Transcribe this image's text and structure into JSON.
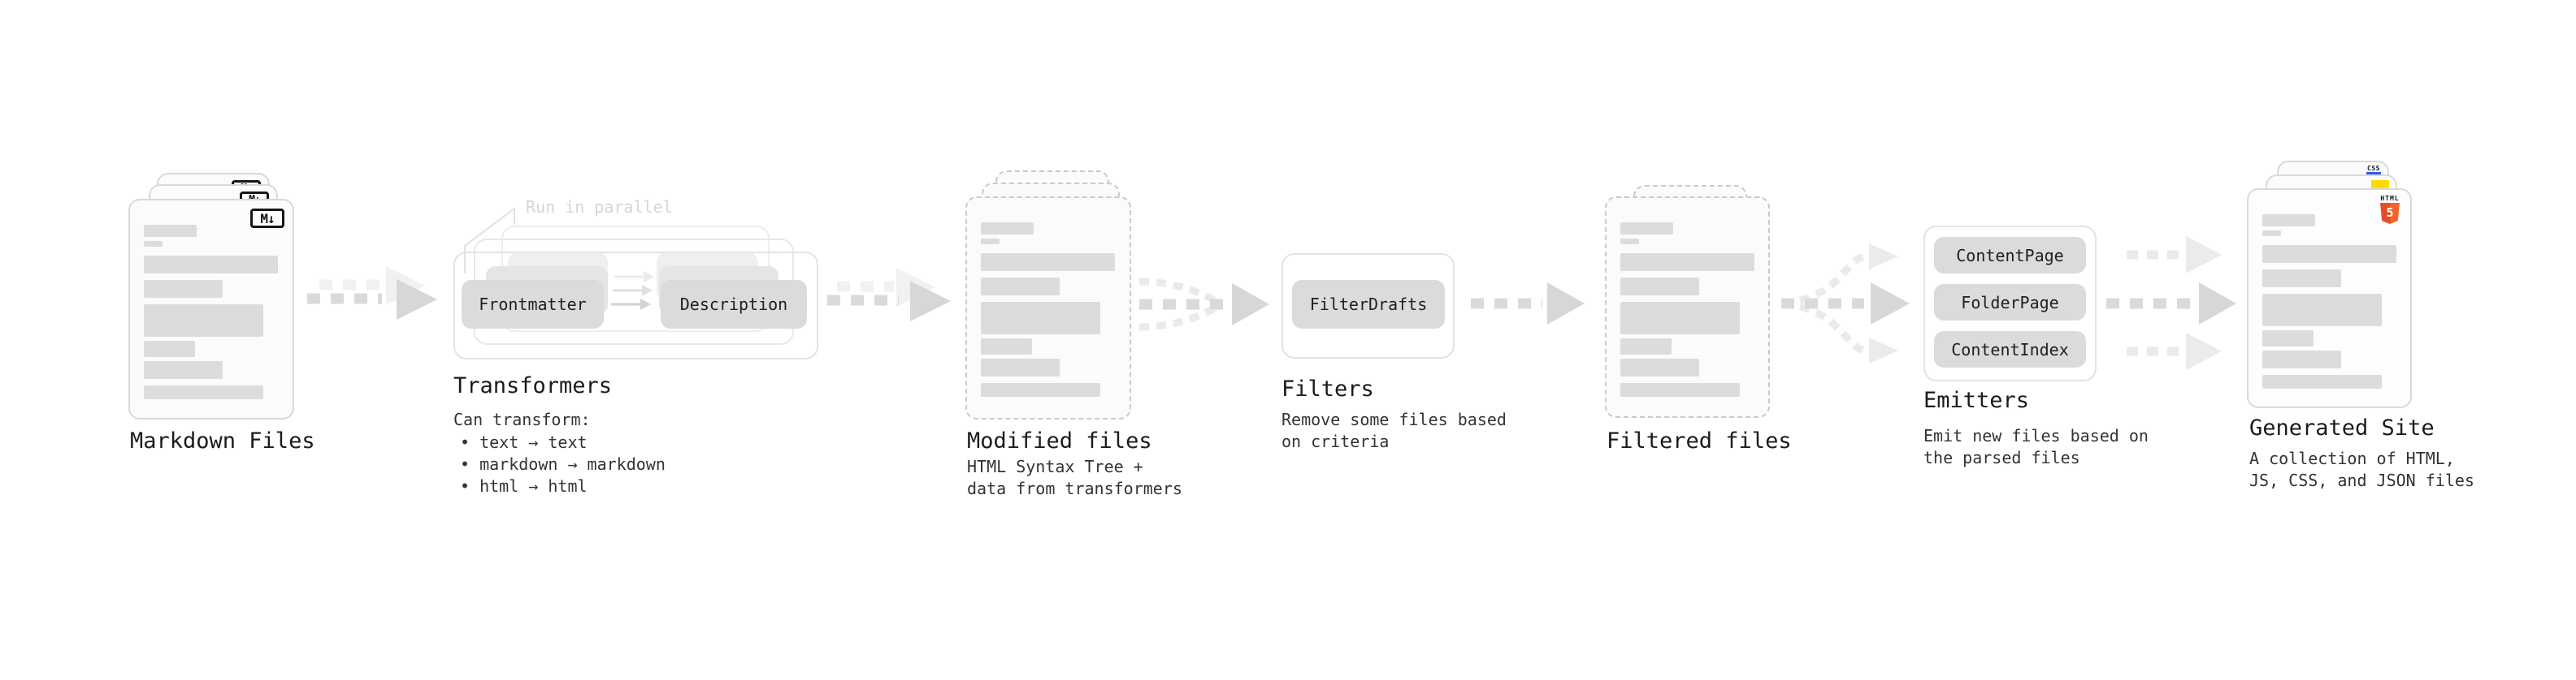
{
  "stage_markdown": {
    "label": "Markdown Files",
    "badge": "M↓"
  },
  "stage_transformers": {
    "title": "Transformers",
    "parallel_label": "Run in parallel",
    "box_left": "Frontmatter",
    "box_right": "Description",
    "note": "Can transform:",
    "bullets": [
      "• text → text",
      "• markdown → markdown",
      "• html → html"
    ]
  },
  "stage_modified": {
    "label": "Modified files",
    "desc_line1": "HTML Syntax Tree +",
    "desc_line2": "data from transformers"
  },
  "stage_filters": {
    "title": "Filters",
    "box": "FilterDrafts",
    "desc_line1": "Remove some files based",
    "desc_line2": "on criteria"
  },
  "stage_filtered": {
    "label": "Filtered files"
  },
  "stage_emitters": {
    "title": "Emitters",
    "boxes": [
      "ContentPage",
      "FolderPage",
      "ContentIndex"
    ],
    "desc_line1": "Emit new files based on",
    "desc_line2": "the parsed files"
  },
  "stage_generated": {
    "label": "Generated Site",
    "desc_line1": "A collection of HTML,",
    "desc_line2": "JS, CSS, and JSON files",
    "badge_html_text": "HTML",
    "badge_html_number": "5",
    "badge_css_text": "CSS"
  },
  "colors": {
    "html5_orange": "#e44d26",
    "html5_orange_light": "#f16529",
    "js_yellow": "#ffdb00",
    "css_blue": "#2f5bea"
  }
}
